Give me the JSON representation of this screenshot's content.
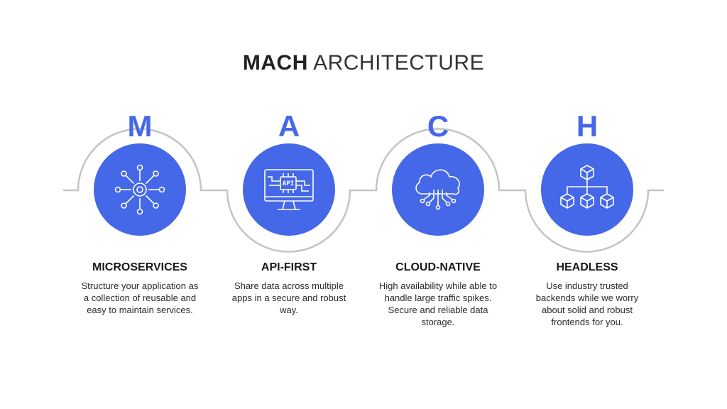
{
  "title": {
    "bold": "MACH",
    "light": "ARCHITECTURE"
  },
  "colors": {
    "accent": "#4568e8",
    "ring": "#c4c4c4",
    "text": "#1f1f1f"
  },
  "steps": [
    {
      "letter": "M",
      "icon": "microservices-gear-icon",
      "title": "MICROSERVICES",
      "description": "Structure your application as a collection of reusable and easy to maintain services."
    },
    {
      "letter": "A",
      "icon": "api-monitor-icon",
      "icon_label": "API",
      "title": "API-FIRST",
      "description": "Share data across multiple apps in a secure and robust way."
    },
    {
      "letter": "C",
      "icon": "cloud-network-icon",
      "title": "CLOUD-NATIVE",
      "description": "High availability while able to handle large traffic spikes. Secure and reliable data storage."
    },
    {
      "letter": "H",
      "icon": "cube-hierarchy-icon",
      "title": "HEADLESS",
      "description": "Use industry trusted backends while we worry about solid and robust frontends for you."
    }
  ]
}
